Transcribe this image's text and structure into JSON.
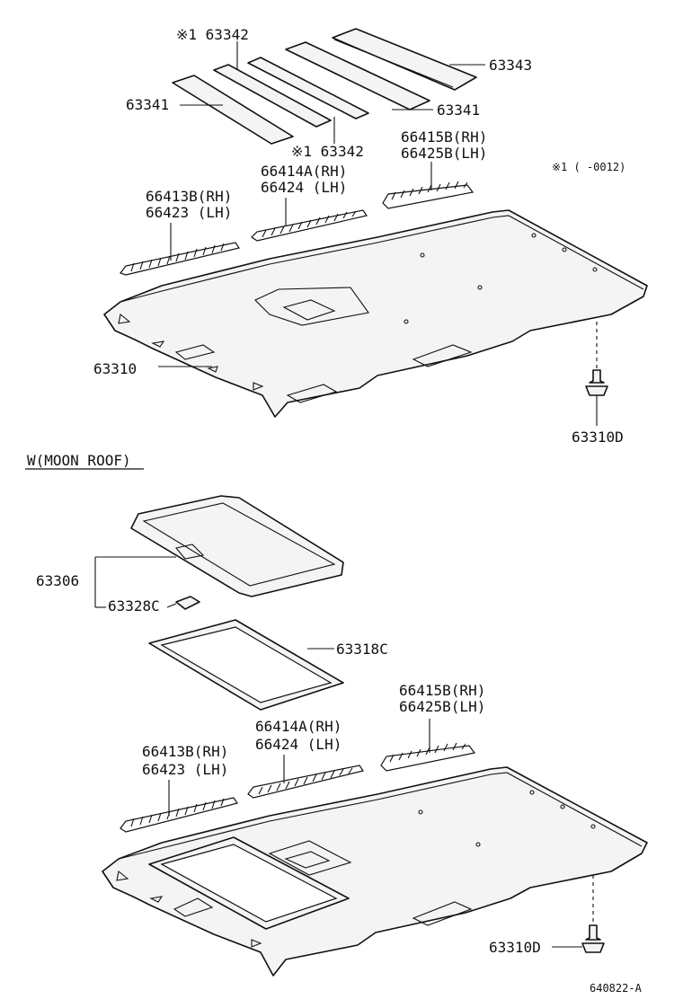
{
  "top_section": {
    "labels": {
      "p1_63342": "※1 63342",
      "p_63343": "63343",
      "p_63341_left": "63341",
      "p_63341_right": "63341",
      "p2_63342": "※1 63342",
      "p_66415B": "66415B(RH)",
      "p_66425B": "66425B(LH)",
      "p_66414A": "66414A(RH)",
      "p_66424": "66424  (LH)",
      "p_66413B": "66413B(RH)",
      "p_66423": "66423  (LH)",
      "p_63310": "63310",
      "p_63310D": "63310D",
      "note": "※1 (     -0012)"
    }
  },
  "moon_roof_section": {
    "heading": "W(MOON ROOF)",
    "labels": {
      "p_63306": "63306",
      "p_63328C": "63328C",
      "p_63318C": "63318C",
      "p_66415B": "66415B(RH)",
      "p_66425B": "66425B(LH)",
      "p_66414A": "66414A(RH)",
      "p_66424": "66424  (LH)",
      "p_66413B": "66413B(RH)",
      "p_66423": "66423  (LH)",
      "p_63310D": "63310D"
    }
  },
  "footer": {
    "code": "640822-A"
  },
  "icons": [
    "clip-icon",
    "screw-icon"
  ]
}
